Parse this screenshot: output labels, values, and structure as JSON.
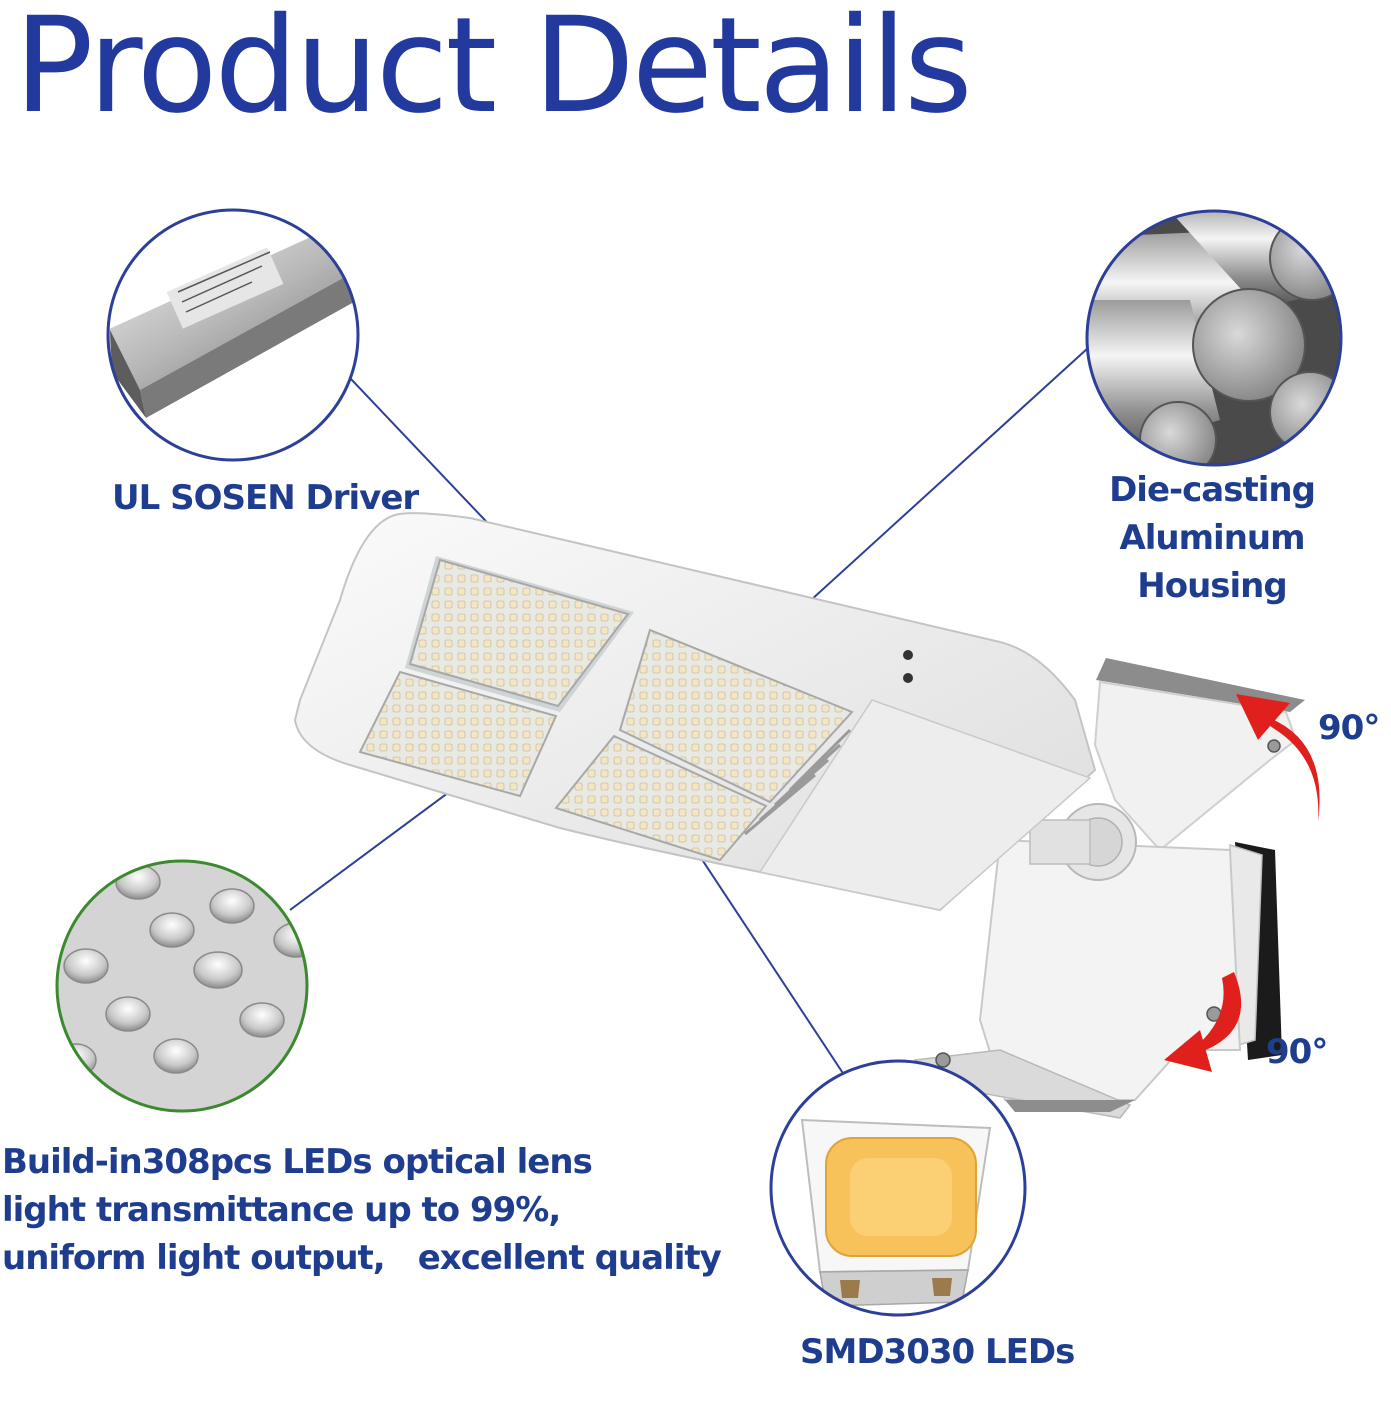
{
  "title": "Product Details",
  "callouts": {
    "driver": "UL SOSEN Driver",
    "housing": [
      "Die-casting Aluminum",
      "Housing"
    ],
    "lens": [
      "Build-in308pcs LEDs optical lens",
      "light transmittance up to 99%,",
      "uniform light output,　excellent quality"
    ],
    "smd": "SMD3030 LEDs"
  },
  "rotation": {
    "top": "90°",
    "bottom": "90°"
  },
  "icons": [
    "driver-photo",
    "aluminum-rods-photo",
    "lens-closeup-photo",
    "smd-led-chip-photo",
    "rotate-arrow-icon"
  ],
  "colors": {
    "title": "#223a9e",
    "label": "#1f3d8f",
    "circle_border": "#2c3f99",
    "lens_circle_border": "#3b8a2e",
    "arrow": "#e0201c"
  }
}
